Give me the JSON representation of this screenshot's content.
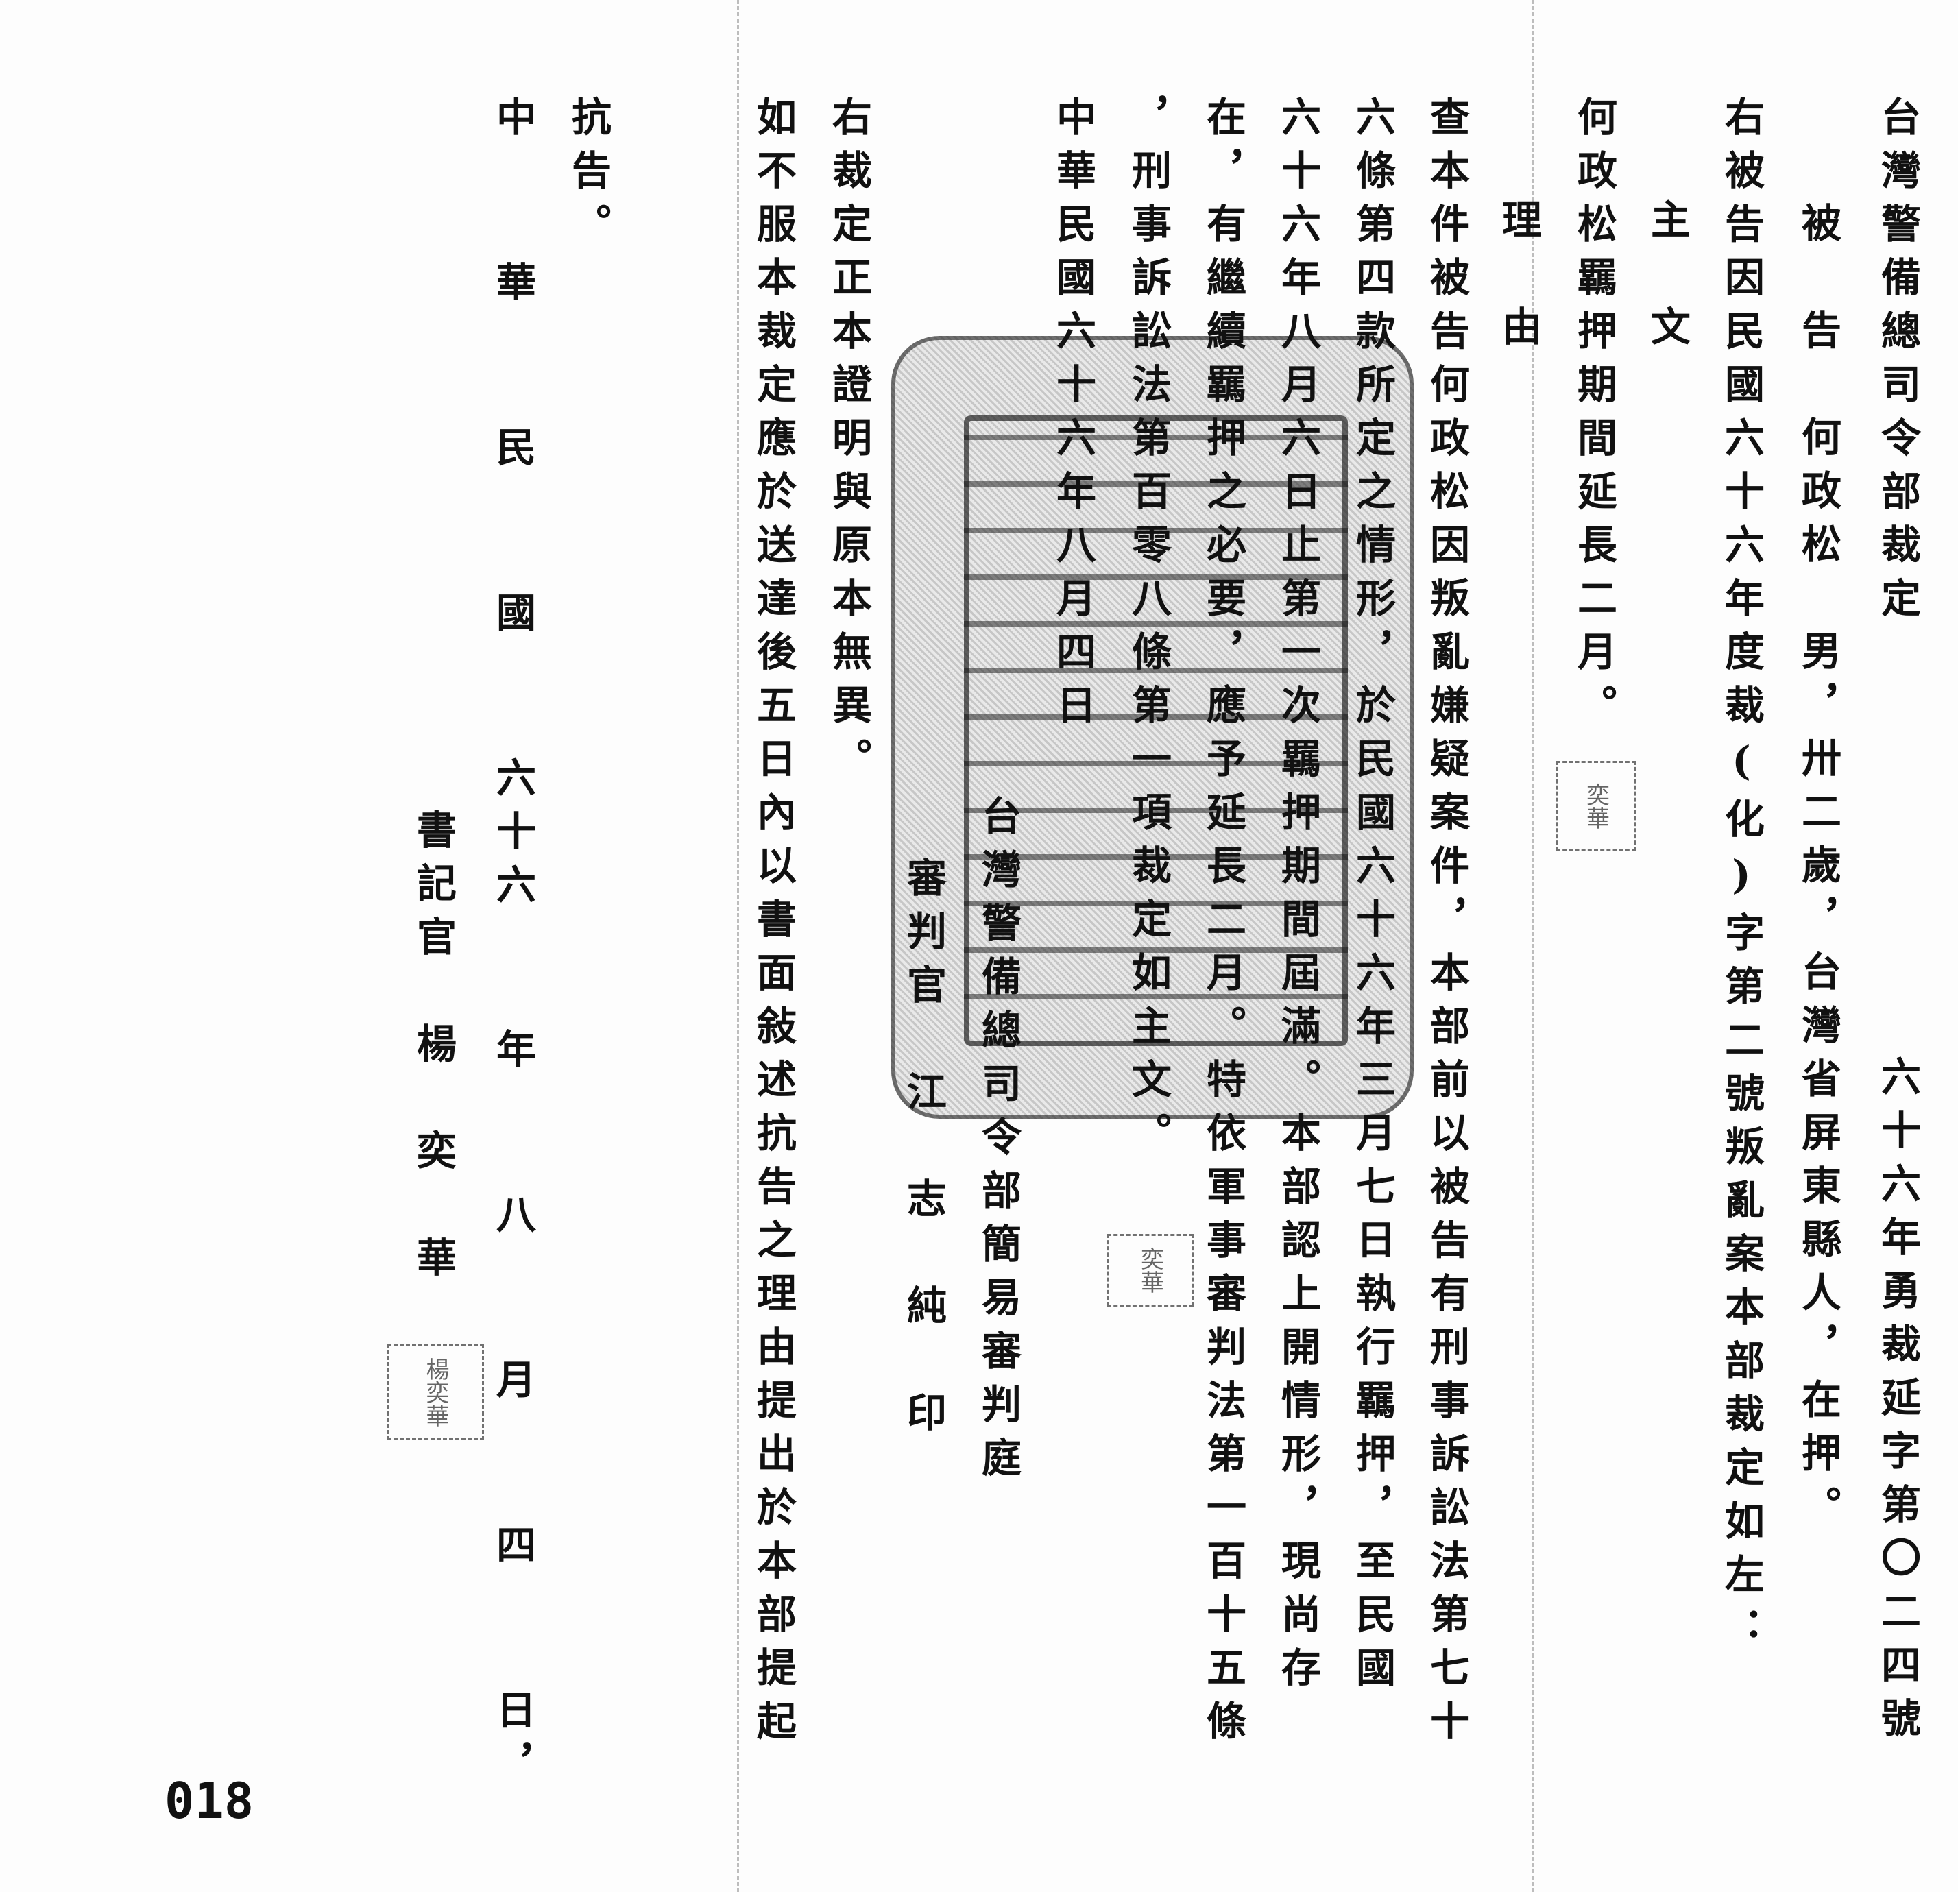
{
  "document": {
    "title": "台灣警備總司令部裁定",
    "case_number": "六十六年勇裁延字第〇二四號",
    "defendant_line": "被　告　何政松　男，卅二歲，台灣省屏東縣人，在押。",
    "intro_line": "右被告因民國六十六年度裁(化)字第二號叛亂案本部裁定如左：",
    "main_heading": "主　文",
    "main_text": "何政松羈押期間延長二月。",
    "reason_heading": "理　由",
    "reason_lines": [
      "查本件被告何政松因叛亂嫌疑案件，本部前以被告有刑事訴訟法第七十",
      "六條第四款所定之情形，於民國六十六年三月七日執行羈押，至民國",
      "六十六年八月六日止第一次羈押期間屆滿。本部認上開情形，現尚存",
      "在，有繼續羈押之必要，應予延長二月。特依軍事審判法第一百十五條",
      "，刑事訴訟法第百零八條第一項裁定如主文。"
    ],
    "decision_date": "中華民國六十六年八月四日",
    "court": "台灣警備總司令部簡易審判庭",
    "judge_line": "審判官　江　志　純　印",
    "certification": "右裁定正本證明與原本無異。",
    "appeal_lines": [
      "如不服本裁定應於送達後五日內以書面敍述抗告之理由提出於本部提起",
      "抗告。"
    ],
    "copy_date_parts": [
      "中",
      "華",
      "民",
      "國",
      "六十六",
      "年",
      "八",
      "月",
      "四",
      "日，"
    ],
    "clerk_line": "書記官　楊　奕　華",
    "seals": {
      "small_seal": "奕華",
      "clerk_seal": "楊奕華"
    },
    "page_number": "018"
  }
}
